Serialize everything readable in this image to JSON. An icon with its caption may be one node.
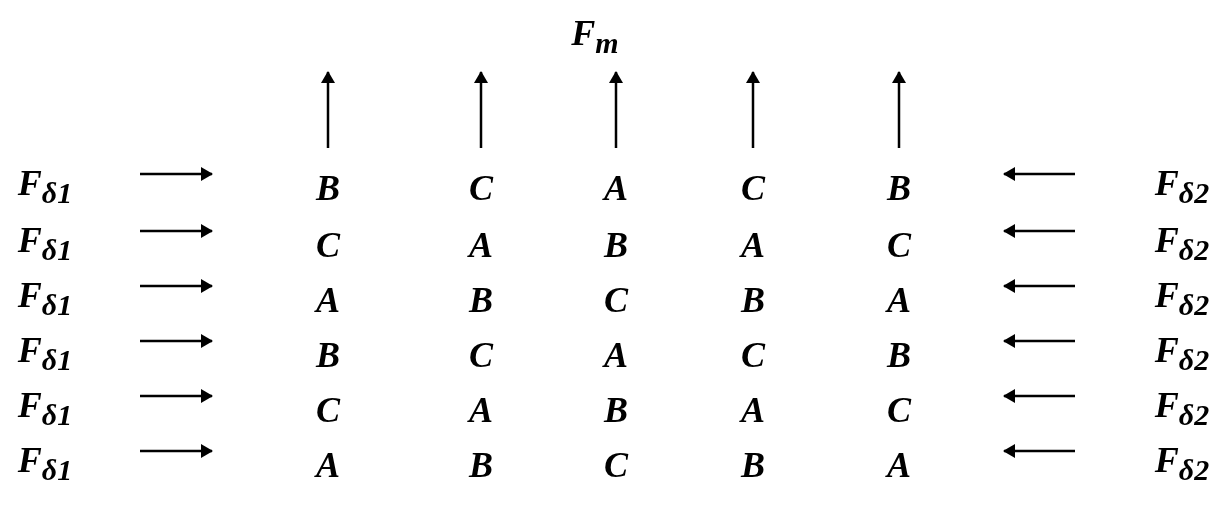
{
  "diagram": {
    "labels": [
      "F$_{m}$",
      "F$_{δ1}$",
      "B",
      "C",
      "A",
      "C",
      "B",
      "F$_{δ2}$",
      "F$_{δ1}$",
      "C",
      "A",
      "B",
      "A",
      "C",
      "F$_{δ2}$",
      "F$_{δ1}$",
      "A",
      "B",
      "C",
      "B",
      "A",
      "F$_{δ2}$",
      "F$_{δ1}$",
      "B",
      "C",
      "A",
      "C",
      "B",
      "F$_{δ2}$",
      "F$_{δ1}$",
      "C",
      "A",
      "B",
      "A",
      "C",
      "F$_{δ2}$",
      "F$_{δ1}$",
      "A",
      "B",
      "C",
      "B",
      "A",
      "F$_{δ2}$"
    ]
  }
}
